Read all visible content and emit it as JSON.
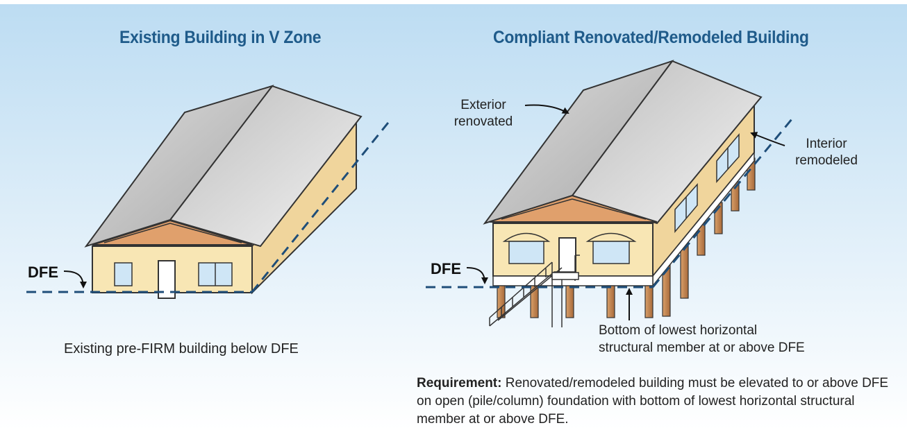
{
  "left_panel": {
    "title": "Existing Building in V Zone",
    "dfe_label": "DFE",
    "caption": "Existing pre-FIRM building below DFE"
  },
  "right_panel": {
    "title": "Compliant Renovated/Remodeled Building",
    "dfe_label": "DFE",
    "exterior_line1": "Exterior",
    "exterior_line2": "renovated",
    "interior_line1": "Interior",
    "interior_line2": "remodeled",
    "member_line1": "Bottom of lowest horizontal",
    "member_line2": "structural member at or above DFE"
  },
  "requirement": {
    "label": "Requirement:",
    "text": "Renovated/remodeled building must be elevated to or above DFE on open (pile/column) foundation with bottom of lowest horizontal structural member at or above DFE."
  },
  "colors": {
    "sky_top": "#bcdcf2",
    "dfe_line": "#1f4e79",
    "wall": "#f8e6b4",
    "wall_side": "#f0d59c",
    "gable": "#e0a06c",
    "roof": "#c8c8c8",
    "pile": "#c08450",
    "window": "#cfe6f6",
    "title": "#1f5b8a"
  }
}
